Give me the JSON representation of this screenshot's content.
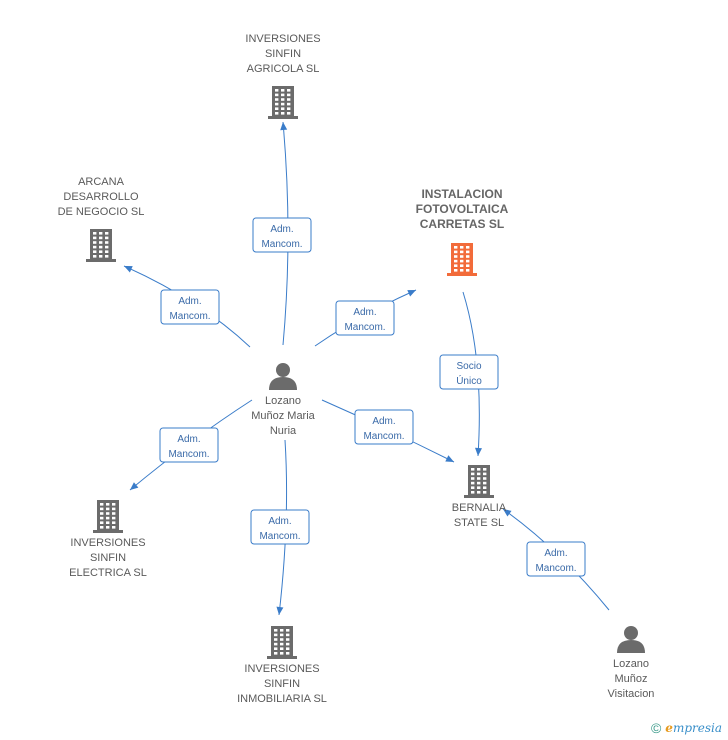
{
  "nodes": [
    {
      "id": "lozano-maria",
      "kind": "person",
      "lines": [
        "Lozano",
        "Muñoz Maria",
        "Nuria"
      ]
    },
    {
      "id": "lozano-visitacion",
      "kind": "person",
      "lines": [
        "Lozano",
        "Muñoz",
        "Visitacion"
      ]
    },
    {
      "id": "instalacion",
      "kind": "company-main",
      "lines": [
        "INSTALACION",
        "FOTOVOLTAICA",
        "CARRETAS SL"
      ]
    },
    {
      "id": "agricola",
      "kind": "company",
      "lines": [
        "INVERSIONES",
        "SINFIN",
        "AGRICOLA SL"
      ]
    },
    {
      "id": "arcana",
      "kind": "company",
      "lines": [
        "ARCANA",
        "DESARROLLO",
        "DE NEGOCIO  SL"
      ]
    },
    {
      "id": "electrica",
      "kind": "company",
      "lines": [
        "INVERSIONES",
        "SINFIN",
        "ELECTRICA SL"
      ]
    },
    {
      "id": "inmobiliaria",
      "kind": "company",
      "lines": [
        "INVERSIONES",
        "SINFIN",
        "INMOBILIARIA SL"
      ]
    },
    {
      "id": "bernalia",
      "kind": "company",
      "lines": [
        "BERNALIA",
        "STATE SL"
      ]
    }
  ],
  "edges": [
    {
      "from": "lozano-maria",
      "to": "agricola",
      "lines": [
        "Adm.",
        "Mancom."
      ]
    },
    {
      "from": "lozano-maria",
      "to": "arcana",
      "lines": [
        "Adm.",
        "Mancom."
      ]
    },
    {
      "from": "lozano-maria",
      "to": "instalacion",
      "lines": [
        "Adm.",
        "Mancom."
      ]
    },
    {
      "from": "lozano-maria",
      "to": "bernalia",
      "lines": [
        "Adm.",
        "Mancom."
      ]
    },
    {
      "from": "lozano-maria",
      "to": "electrica",
      "lines": [
        "Adm.",
        "Mancom."
      ]
    },
    {
      "from": "lozano-maria",
      "to": "inmobiliaria",
      "lines": [
        "Adm.",
        "Mancom."
      ]
    },
    {
      "from": "instalacion",
      "to": "bernalia",
      "lines": [
        "Socio",
        "Único"
      ]
    },
    {
      "from": "lozano-visitacion",
      "to": "bernalia",
      "lines": [
        "Adm.",
        "Mancom."
      ]
    }
  ],
  "colors": {
    "company": "#6b6b6b",
    "company_main": "#f26b3a",
    "person": "#6b6b6b",
    "edge": "#3a7cc9"
  },
  "footer": {
    "copyright_symbol": "©",
    "brand_first": "e",
    "brand_rest": "mpresia"
  }
}
